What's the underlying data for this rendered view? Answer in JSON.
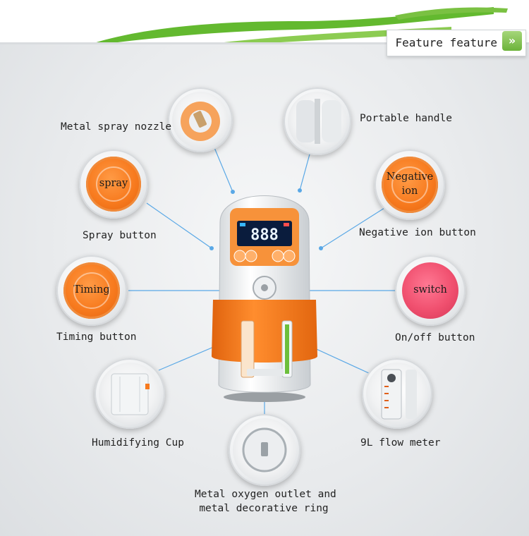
{
  "header": {
    "title": "Feature feature",
    "icon": "chevron-down-icon"
  },
  "colors": {
    "accent_green": "#63b92f",
    "orange": "#f77a1e",
    "pink": "#f0506f",
    "line_blue": "#5aa8e6"
  },
  "buttons": {
    "spray": "spray",
    "negative_ion_line1": "Negative",
    "negative_ion_line2": "ion",
    "timing": "Timing",
    "switch": "switch"
  },
  "labels": {
    "metal_spray_nozzle": "Metal spray nozzle",
    "portable_handle": "Portable handle",
    "spray_button": "Spray button",
    "negative_ion_button": "Negative ion button",
    "timing_button": "Timing button",
    "on_off_button": "On/off button",
    "humidifying_cup": "Humidifying Cup",
    "flow_meter": "9L flow meter",
    "outlet_line1": "Metal oxygen outlet and",
    "outlet_line2": "metal decorative ring"
  },
  "device": {
    "display_value": "888"
  }
}
